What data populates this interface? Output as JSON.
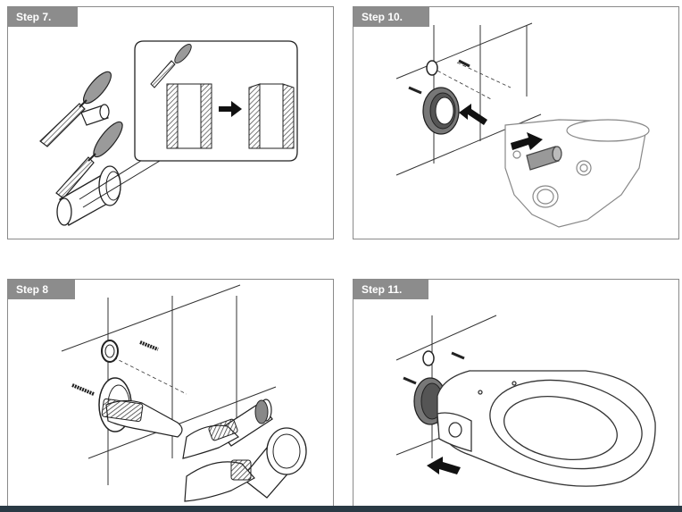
{
  "steps": [
    {
      "label": "Step 7."
    },
    {
      "label": "Step 10."
    },
    {
      "label": "Step 8"
    },
    {
      "label": "Step 11."
    }
  ],
  "colors": {
    "panel_border": "#8a8a8a",
    "tab_background": "#8c8c8c",
    "tab_text": "#ffffff",
    "line_art": "#222222",
    "hatch": "#555555",
    "bottom_bar": "#2a3a45"
  },
  "icons": [
    "file-tool-icon",
    "arrow-right-icon",
    "arrow-left-icon"
  ]
}
